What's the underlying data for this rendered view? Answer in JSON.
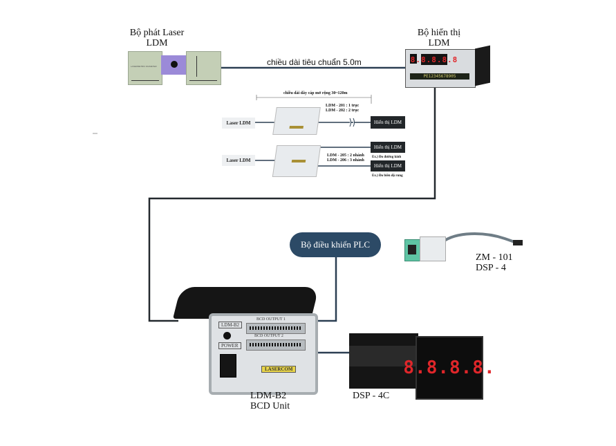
{
  "laser_transmitter": {
    "title_line1": "Bộ phát Laser",
    "title_line2": "LDM",
    "device_label": "LASERMETRIC DIAMETER"
  },
  "ldm_display": {
    "title_line1": "Bộ hiển thị",
    "title_line2": "LDM",
    "readout": "8.8.8.8.8",
    "lcd_readout": "PE12345678905"
  },
  "standard_cable": {
    "label": "chiều dài tiêu chuẩn 5.0m"
  },
  "extension_1": {
    "dimension_label": "chiều dài dây cáp mở rộng 30~120m",
    "source_label": "Laser LDM",
    "model_line1": "LDM - 201 : 1 trục",
    "model_line2": "LDM - 202 : 2 trục",
    "target_label": "Hiển thị LDM"
  },
  "extension_2": {
    "source_label": "Laser LDM",
    "model_line1": "LDM - 205 : 2 nhánh",
    "model_line2": "LDM - 206 : 3 nhánh",
    "target1_label": "Hiển thị LDM",
    "target1_note": "Ex.) Đo đường kính",
    "target2_label": "Hiển thị LDM",
    "target2_note": "Ex.) Đo biên độ rung"
  },
  "plc": {
    "label": "Bộ điều khiển PLC"
  },
  "zm_module": {
    "line1": "ZM - 101",
    "line2": "DSP - 4"
  },
  "bcd_unit": {
    "model_badge": "LDM-B2",
    "power_label": "POWER",
    "output1_label": "BCD OUTPUT 1",
    "output2_label": "BCD OUTPUT 2",
    "brand_label": "LASERCOM",
    "caption_line1": "LDM-B2",
    "caption_line2": "BCD Unit"
  },
  "dsp_display": {
    "readout": "8.8.8.8.",
    "caption": "DSP - 4C"
  },
  "colors": {
    "wire": "#2b3e52",
    "wire_dark": "#23292e",
    "plc_fill": "#2c4a66",
    "led_red": "#e0262a",
    "device_green": "#c4cfb6"
  }
}
